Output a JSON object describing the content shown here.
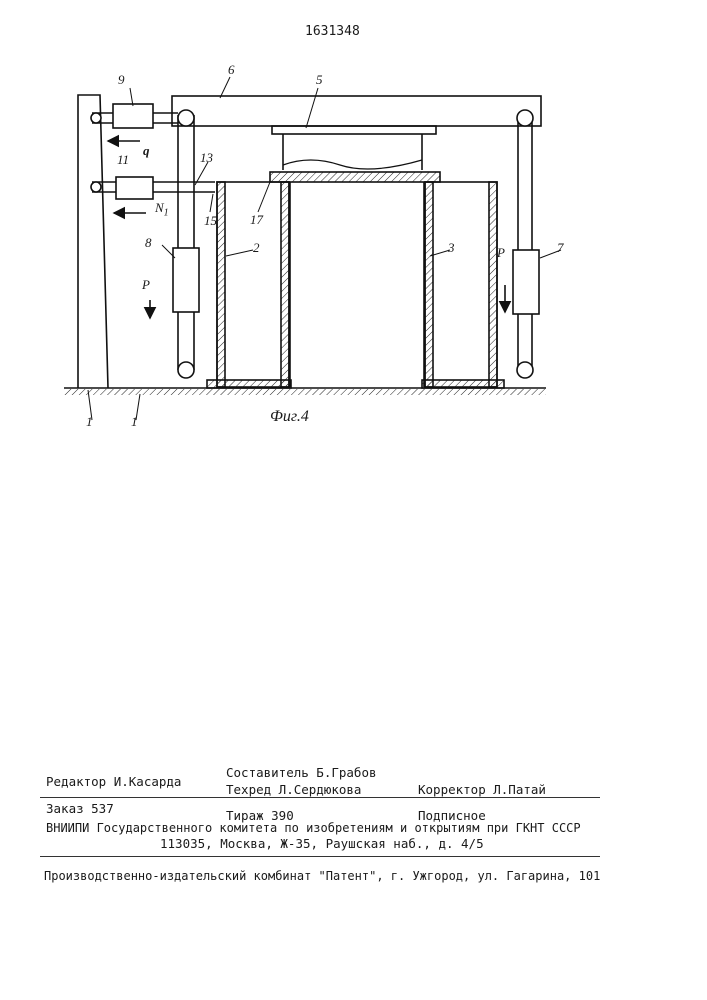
{
  "page_number": "1631348",
  "figure": {
    "caption": "Фиг.4",
    "labels": {
      "l1a": "1",
      "l1b": "1",
      "l2": "2",
      "l3": "3",
      "l5": "5",
      "l6": "6",
      "l7": "7",
      "l8": "8",
      "l9": "9",
      "l11": "11",
      "l13": "13",
      "l15": "15",
      "l17": "17",
      "q": "q",
      "n1": "N",
      "n1_sub": "1",
      "p_left": "P",
      "p_right": "P"
    }
  },
  "colophon": {
    "editor": "Редактор И.Касарда",
    "compiler": "Составитель Б.Грабов",
    "techred": "Техред Л.Сердюкова",
    "corrector": "Корректор Л.Патай",
    "order": "Заказ 537",
    "circulation": "Тираж 390",
    "subscription": "Подписное",
    "org": "ВНИИПИ Государственного комитета по изобретениям и открытиям при ГКНТ СССР",
    "address": "113035, Москва, Ж-35, Раушская наб., д. 4/5",
    "printer": "Производственно-издательский комбинат \"Патент\", г. Ужгород, ул. Гагарина, 101"
  }
}
